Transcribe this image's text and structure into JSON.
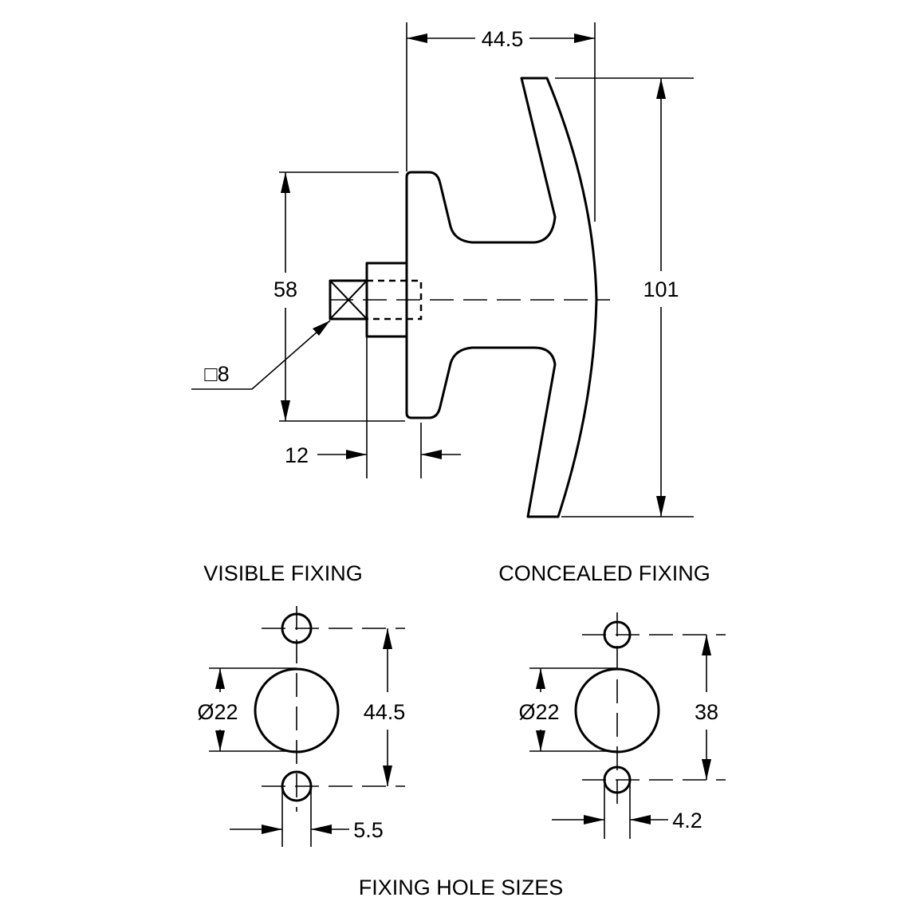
{
  "handle_view": {
    "dimensions": {
      "width_top": "44.5",
      "height_total": "101",
      "base_height": "58",
      "spindle_square": "□8",
      "spindle_length": "12"
    }
  },
  "visible_fixing": {
    "title": "VISIBLE FIXING",
    "center_hole_diameter": "Ø22",
    "hole_spacing": "44.5",
    "screw_hole_diameter": "5.5"
  },
  "concealed_fixing": {
    "title": "CONCEALED FIXING",
    "center_hole_diameter": "Ø22",
    "hole_spacing": "38",
    "screw_hole_diameter": "4.2"
  },
  "footer": {
    "caption": "FIXING HOLE SIZES"
  }
}
